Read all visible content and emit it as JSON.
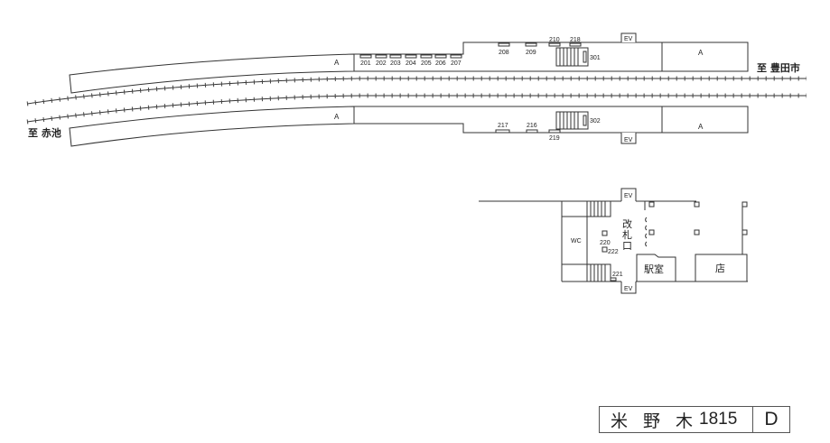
{
  "directions": {
    "left": "至 赤池",
    "right": "至 豊田市"
  },
  "platform_top": {
    "shelter_label": "A",
    "shelter_right_label": "A",
    "ev_label": "EV",
    "stair_label": "301",
    "items": [
      "201",
      "202",
      "203",
      "204",
      "205",
      "206",
      "207",
      "208",
      "209",
      "210",
      "218"
    ]
  },
  "platform_bottom": {
    "shelter_label": "A",
    "shelter_right_label": "A",
    "ev_label": "EV",
    "stair_label": "302",
    "items": [
      "217",
      "216",
      "219"
    ]
  },
  "concourse": {
    "ev_top": "EV",
    "ev_bottom": "EV",
    "wc": "WC",
    "gate_chars": [
      "改",
      "札",
      "口"
    ],
    "item_220": "220",
    "item_222": "222",
    "item_221": "221",
    "station_office": "駅室",
    "shop": "店"
  },
  "title_block": {
    "name_chars": [
      "米",
      "野",
      "木"
    ],
    "code": "1815",
    "section": "D"
  }
}
